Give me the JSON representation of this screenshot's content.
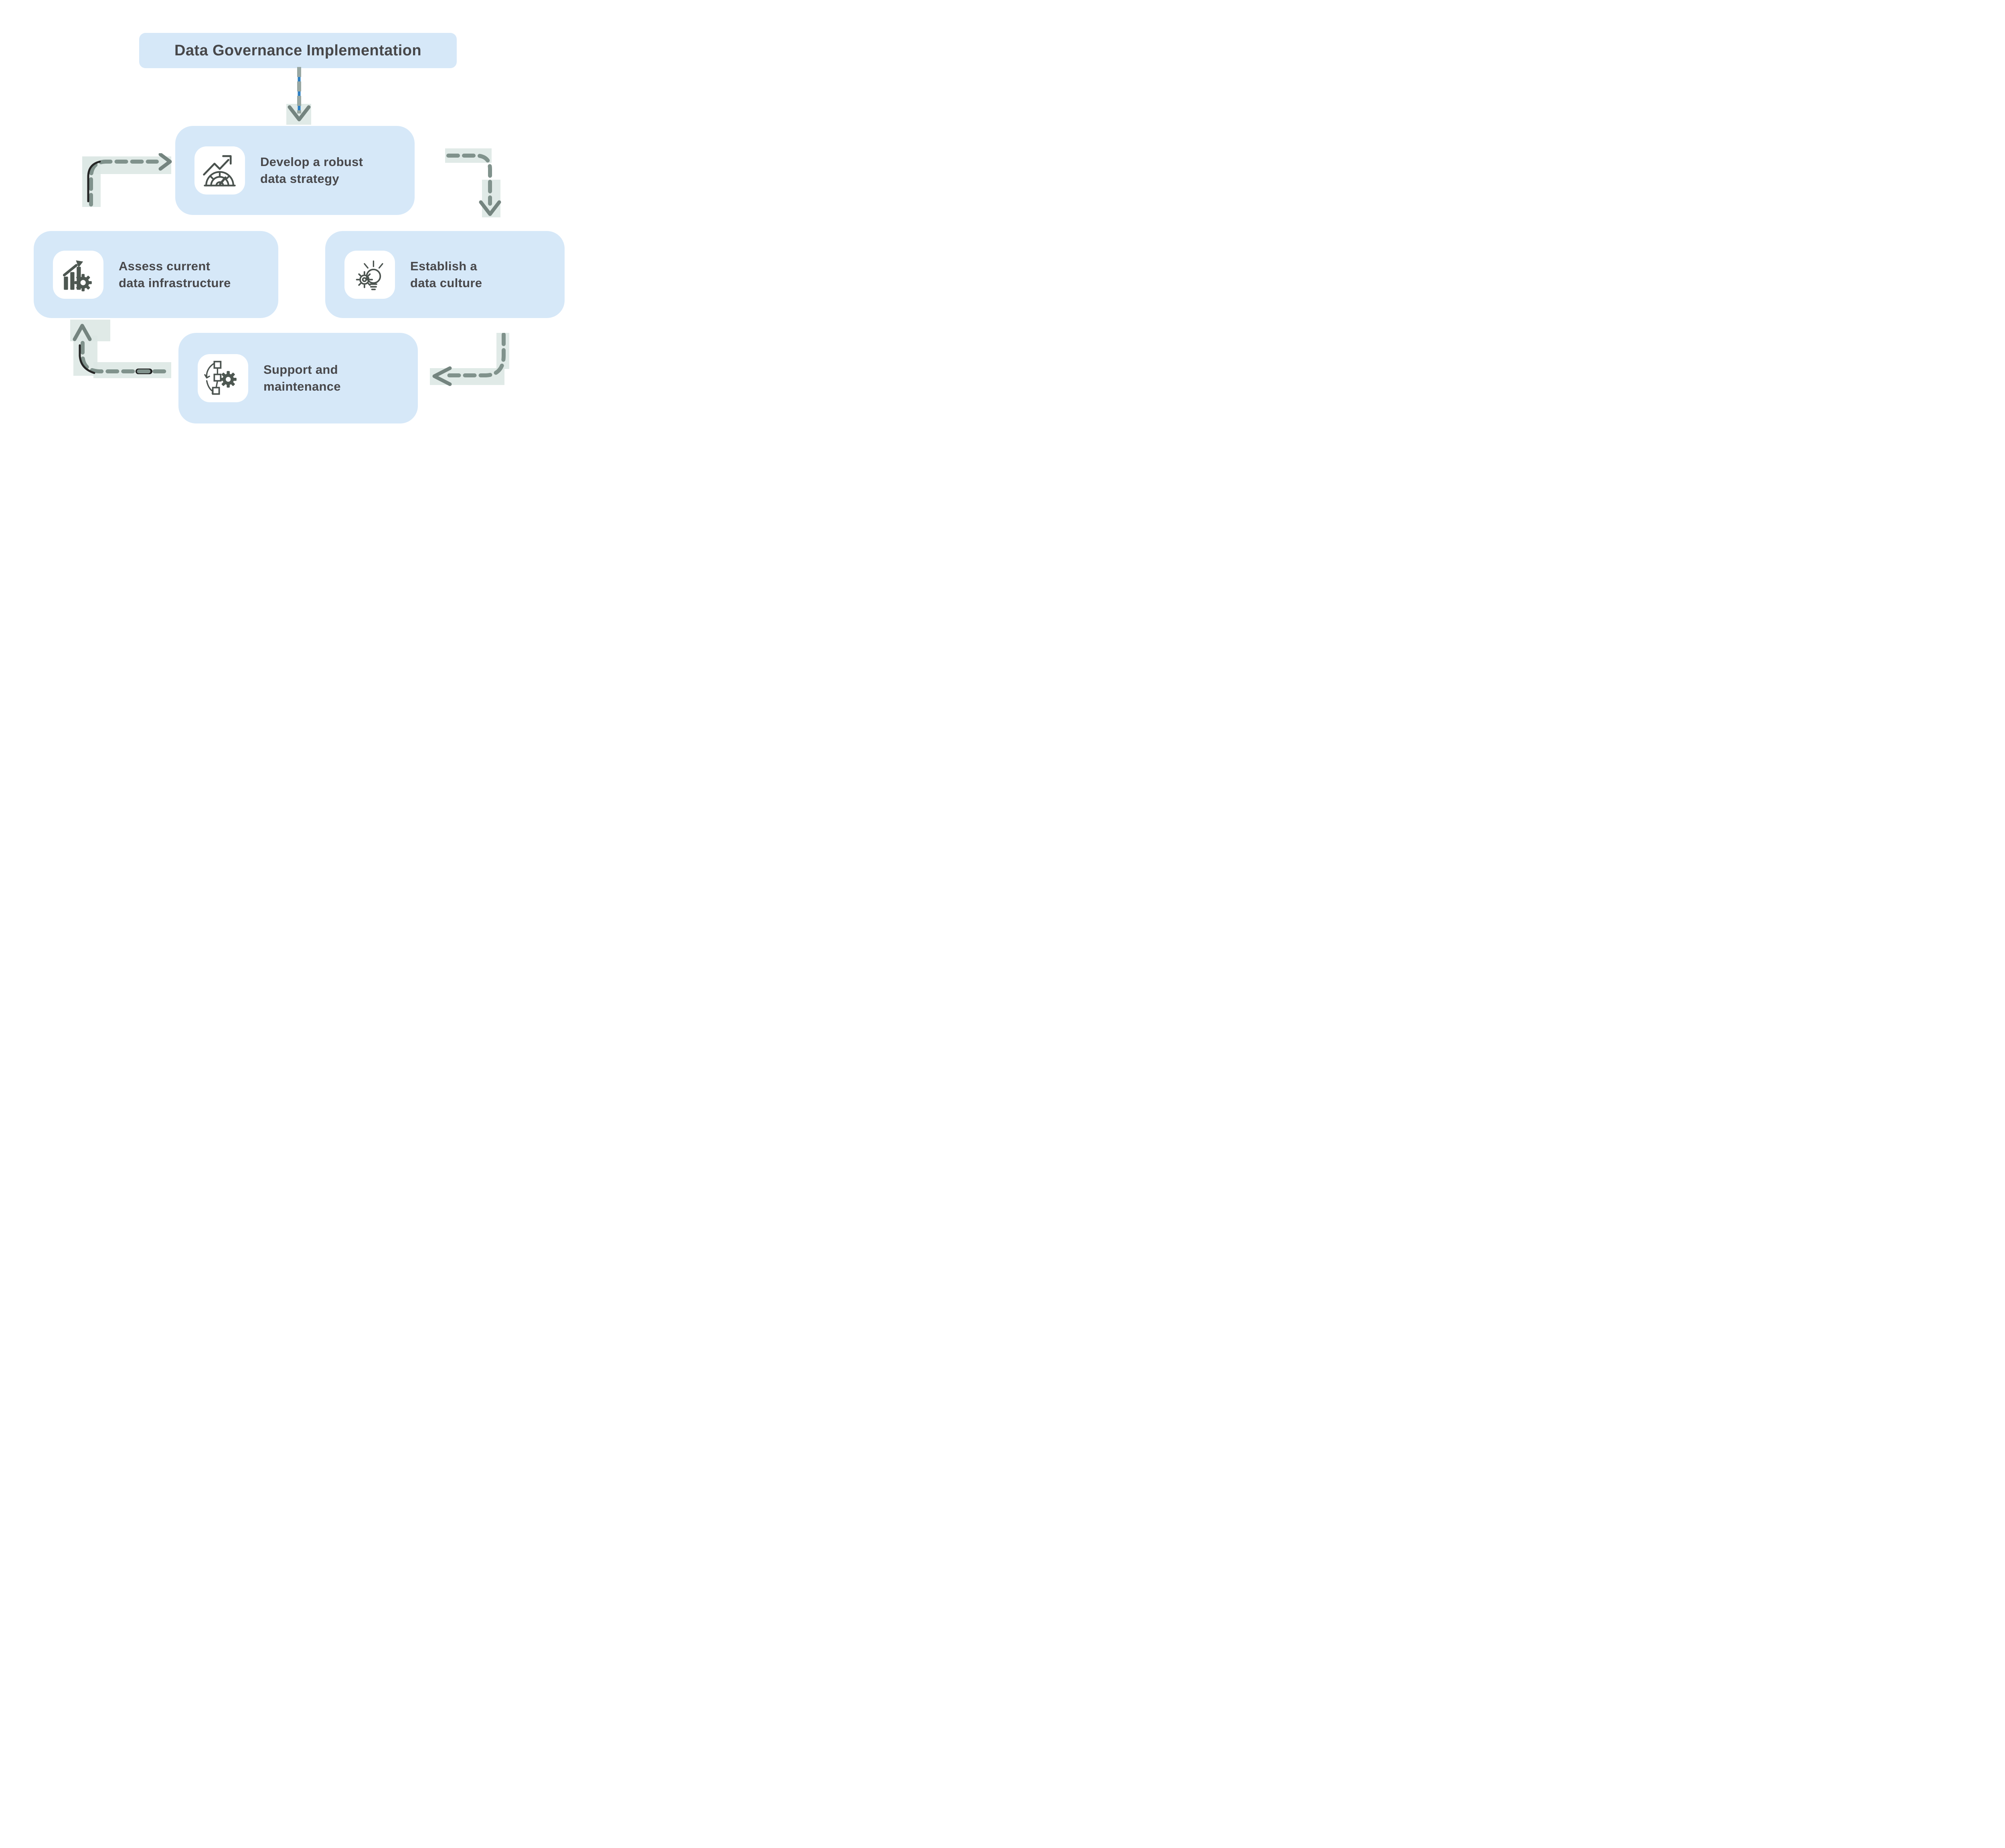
{
  "diagram": {
    "title": "Data Governance Implementation",
    "nodes": [
      {
        "id": "develop-data-strategy",
        "label": "Develop a robust data strategy",
        "lines": [
          "Develop a robust",
          "data strategy"
        ],
        "icon": "gauge-growth-icon"
      },
      {
        "id": "assess-current-infrastructure",
        "label": "Assess current data infrastructure",
        "lines": [
          "Assess current",
          "data infrastructure"
        ],
        "icon": "bar-chart-gear-icon"
      },
      {
        "id": "establish-data-culture",
        "label": "Establish a data culture",
        "lines": [
          "Establish a",
          "data culture"
        ],
        "icon": "lightbulb-gear-icon"
      },
      {
        "id": "support-maintenance",
        "label": "Support and maintenance",
        "lines": [
          "Support and",
          "maintenance"
        ],
        "icon": "workflow-gear-icon"
      }
    ],
    "connectors": [
      {
        "from": "title",
        "to": "develop-data-strategy",
        "direction": "down",
        "style": "dashed",
        "accent": "blue-dashes"
      },
      {
        "from": "assess-current-infrastructure",
        "to": "develop-data-strategy",
        "direction": "up-then-right",
        "style": "dashed"
      },
      {
        "from": "develop-data-strategy",
        "to": "establish-data-culture",
        "direction": "right-then-down",
        "style": "dashed"
      },
      {
        "from": "support-maintenance",
        "to": "assess-current-infrastructure",
        "direction": "left-then-up",
        "style": "dashed"
      },
      {
        "from": "establish-data-culture",
        "to": "support-maintenance",
        "direction": "down-then-left",
        "style": "dashed"
      }
    ],
    "colors": {
      "background": "#ffffff",
      "card_fill": "#d6e8f8",
      "card_shadow": "#000000",
      "text": "#48484b",
      "tile_fill": "#ffffff",
      "icon_ink": "#4a524e",
      "icon_solid": "#4d5751",
      "connector_dash": "#80928c",
      "connector_head": "#74847f",
      "connector_wash": "#dde8e4",
      "connector_accent_blue": "#2f80c3",
      "sketch_accent": "#252525"
    }
  }
}
